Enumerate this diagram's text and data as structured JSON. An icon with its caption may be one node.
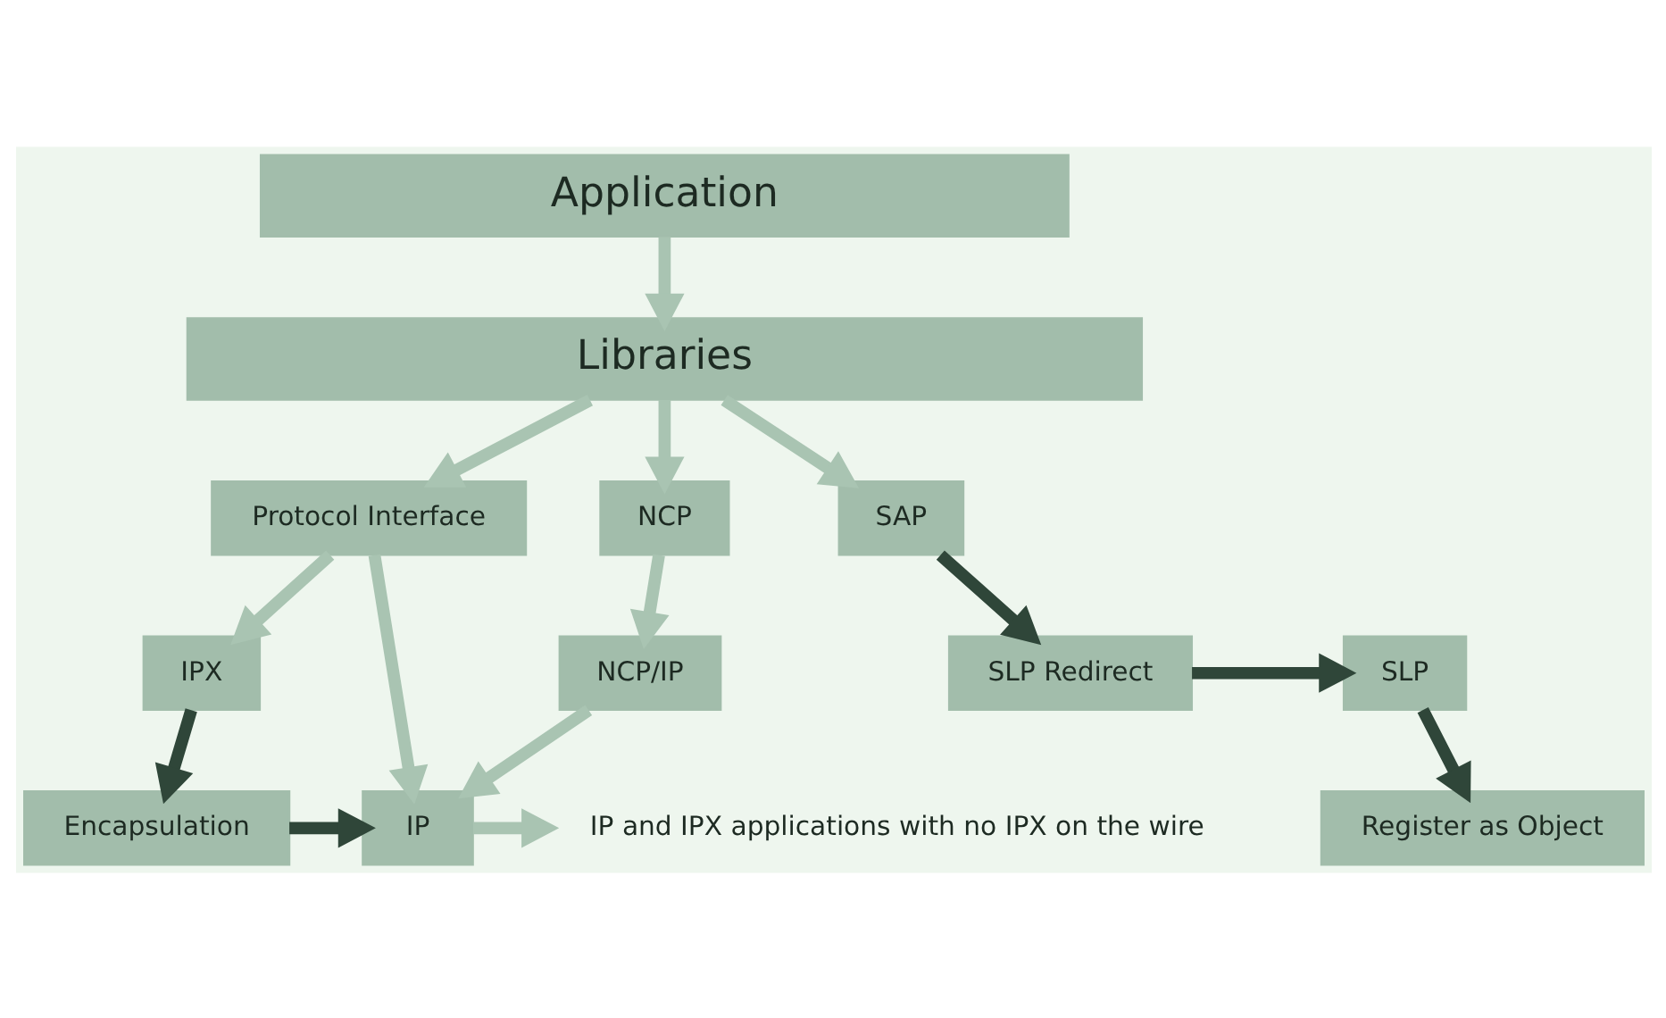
{
  "diagram": {
    "nodes": [
      {
        "text": [
          "Application"
        ]
      },
      {
        "text": [
          "Libraries"
        ]
      },
      {
        "text": [
          "Register as Object"
        ]
      },
      {
        "text": [
          "Protocol Interface"
        ]
      },
      {
        "text": [
          "NCP"
        ]
      },
      {
        "text": [
          "SAP"
        ]
      },
      {
        "text": [
          "IPX"
        ]
      },
      {
        "text": [
          "NCP/IP"
        ]
      },
      {
        "text": [
          "SLP Redirect"
        ]
      },
      {
        "text": [
          "SLP"
        ]
      },
      {
        "text": [
          "Encapsulation"
        ]
      },
      {
        "text": [
          "IP"
        ]
      },
      {
        "text": [
          "IP and IPX applications with no IPX on the wire"
        ]
      }
    ],
    "edges": [
      {
        "from": 0,
        "to": 1,
        "arrow": "to"
      },
      {
        "from": 1,
        "to": 3,
        "arrow": "to"
      },
      {
        "from": 1,
        "to": 4,
        "arrow": "to"
      },
      {
        "from": 1,
        "to": 5,
        "arrow": "to"
      },
      {
        "from": 9,
        "to": 2,
        "arrow": "to",
        "color": "#2f4639"
      },
      {
        "from": 3,
        "to": 6,
        "arrow": "to"
      },
      {
        "from": 3,
        "to": 11,
        "arrow": "to"
      },
      {
        "from": 4,
        "to": 7,
        "arrow": "to"
      },
      {
        "from": 5,
        "to": 8,
        "arrow": "to",
        "color": "#2f4639"
      },
      {
        "from": 8,
        "to": 9,
        "arrow": "to",
        "color": "#2f4639"
      },
      {
        "from": 6,
        "to": 10,
        "arrow": "to",
        "color": "#2f4639"
      },
      {
        "from": 7,
        "to": 11,
        "arrow": "to"
      },
      {
        "from": 10,
        "to": 11,
        "arrow": "to",
        "color": "#2f4639"
      },
      {
        "from": 11,
        "to": 12,
        "arrow": "to"
      }
    ]
  }
}
